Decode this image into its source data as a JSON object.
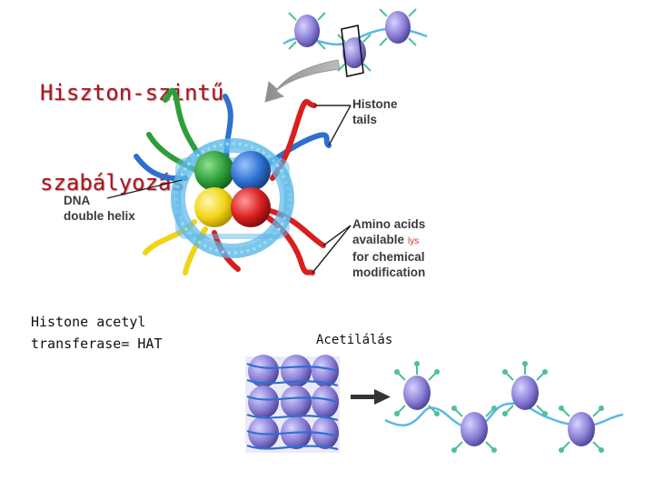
{
  "title": {
    "line1": "Hiszton-szintű",
    "line2": "szabályozás"
  },
  "labels": {
    "histone_tails": [
      "Histone",
      "tails"
    ],
    "dna_double_helix": [
      "DNA",
      "double helix"
    ],
    "amino_acids": [
      "Amino acids",
      "available",
      "for chemical",
      "modification"
    ],
    "lys": "lys"
  },
  "hat": {
    "line1": "Histone acetyl",
    "line2": "transferase= HAT"
  },
  "acetylation": "Acetilálás",
  "colors": {
    "title": "#b3121b",
    "histone_green": "#2e9e3a",
    "histone_blue": "#2e6fd0",
    "histone_yellow": "#f2d416",
    "histone_red": "#d81f1f",
    "dna": "#5bb8e8",
    "nucleosome": "#8a7fd6",
    "acetyl_group": "#4fbf9a"
  },
  "icons": [
    "curved-arrow-icon",
    "right-arrow-icon"
  ]
}
